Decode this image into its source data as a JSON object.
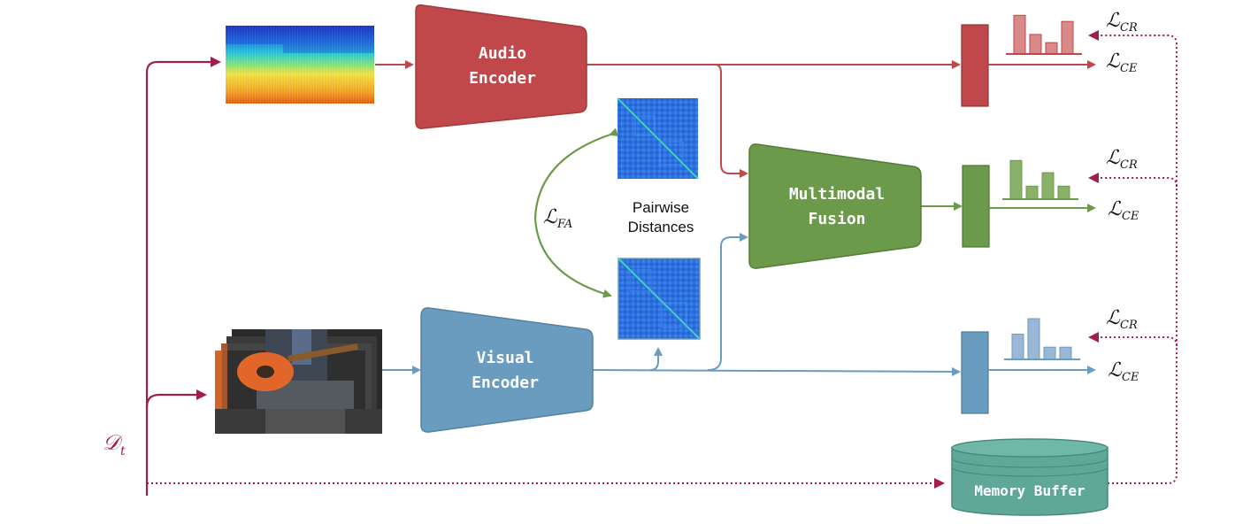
{
  "colors": {
    "audio": "#c0474a",
    "audio_edge": "#a33a3d",
    "fusion": "#6b9a4a",
    "fusion_edge": "#557c39",
    "visual": "#6a9cc0",
    "visual_edge": "#55829f",
    "memory": "#5fa898",
    "memory_edge": "#4a8a7c",
    "data_arrow": "#a01e4a",
    "matrix_bg": "#2f6fe0",
    "matrix_diag": "#3fd0c0"
  },
  "blocks": {
    "audio_encoder": [
      "Audio",
      "Encoder"
    ],
    "visual_encoder": [
      "Visual",
      "Encoder"
    ],
    "fusion": [
      "Multimodal",
      "Fusion"
    ],
    "memory_buffer": "Memory Buffer"
  },
  "labels": {
    "pairwise": [
      "Pairwise",
      "Distances"
    ],
    "data_symbol": "𝒟",
    "data_sub": "t",
    "loss_fa_main": "ℒ",
    "loss_fa_sub": "FA",
    "loss_cr_main": "ℒ",
    "loss_cr_sub": "CR",
    "loss_ce_main": "ℒ",
    "loss_ce_sub": "CE"
  },
  "outputs": [
    {
      "id": "audio",
      "histogram": [
        0.95,
        0.48,
        0.28,
        0.8
      ]
    },
    {
      "id": "fusion",
      "histogram": [
        0.95,
        0.32,
        0.65,
        0.32
      ]
    },
    {
      "id": "visual",
      "histogram": [
        0.62,
        1.0,
        0.3,
        0.3
      ]
    }
  ],
  "icons": {
    "spectrogram": "audio-spectrogram-image",
    "video_frames": "guitar-video-frames-image",
    "distance_matrix": "pairwise-distance-matrix-image"
  }
}
